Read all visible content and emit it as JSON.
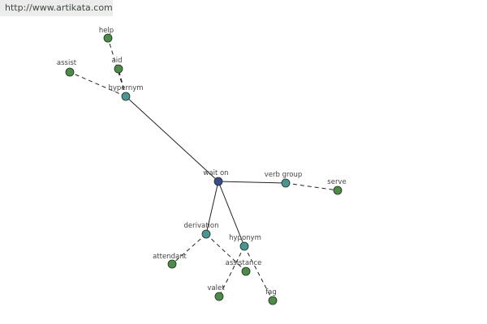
{
  "banner": {
    "url": "http://www.artikata.com"
  },
  "colors": {
    "center": "#3d4a8a",
    "relation": "#4a9494",
    "word": "#4e8a4a",
    "edge": "#222222",
    "node_stroke": "#1e2e1e"
  },
  "graph": {
    "nodes": [
      {
        "id": "wait_on",
        "label": "wait on",
        "kind": "center"
      },
      {
        "id": "hypernym",
        "label": "hypernym",
        "kind": "relation"
      },
      {
        "id": "verb_group",
        "label": "verb group",
        "kind": "relation"
      },
      {
        "id": "derivation",
        "label": "derivation",
        "kind": "relation"
      },
      {
        "id": "hyponym",
        "label": "hyponym",
        "kind": "relation"
      },
      {
        "id": "help",
        "label": "help",
        "kind": "word"
      },
      {
        "id": "aid",
        "label": "aid",
        "kind": "word"
      },
      {
        "id": "assist",
        "label": "assist",
        "kind": "word"
      },
      {
        "id": "serve",
        "label": "serve",
        "kind": "word"
      },
      {
        "id": "attendant",
        "label": "attendant",
        "kind": "word"
      },
      {
        "id": "assistance",
        "label": "assistance",
        "kind": "word"
      },
      {
        "id": "valet",
        "label": "valet",
        "kind": "word"
      },
      {
        "id": "fag",
        "label": "fag",
        "kind": "word"
      }
    ],
    "edges": [
      {
        "from": "wait_on",
        "to": "hypernym",
        "style": "solid"
      },
      {
        "from": "wait_on",
        "to": "verb_group",
        "style": "solid"
      },
      {
        "from": "wait_on",
        "to": "derivation",
        "style": "solid"
      },
      {
        "from": "wait_on",
        "to": "hyponym",
        "style": "solid"
      },
      {
        "from": "hypernym",
        "to": "help",
        "style": "dashed"
      },
      {
        "from": "hypernym",
        "to": "aid",
        "style": "dashed"
      },
      {
        "from": "hypernym",
        "to": "assist",
        "style": "dashed"
      },
      {
        "from": "verb_group",
        "to": "serve",
        "style": "dashed"
      },
      {
        "from": "derivation",
        "to": "attendant",
        "style": "dashed"
      },
      {
        "from": "derivation",
        "to": "assistance",
        "style": "dashed"
      },
      {
        "from": "hyponym",
        "to": "valet",
        "style": "dashed"
      },
      {
        "from": "hyponym",
        "to": "fag",
        "style": "dashed"
      }
    ]
  }
}
